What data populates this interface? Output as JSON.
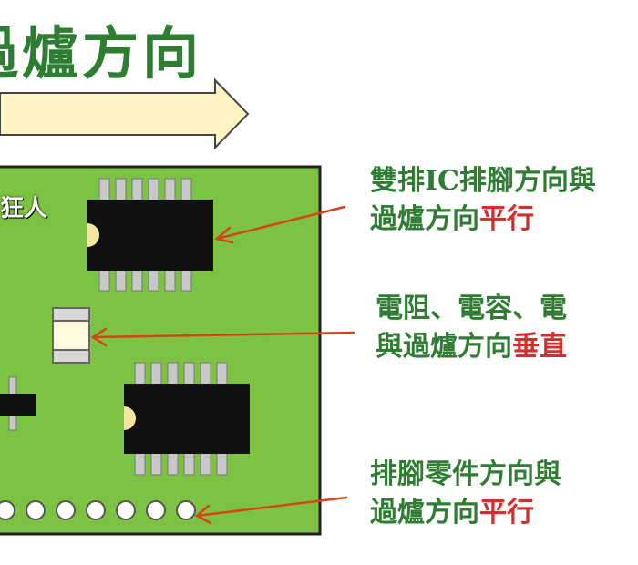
{
  "title": "過爐方向",
  "board": {
    "brand": "狂人"
  },
  "notes": [
    {
      "line1": "雙排IC排腳方向與",
      "line2_text": "過爐方向",
      "line2_highlight": "平行"
    },
    {
      "line1": "電阻、電容、電",
      "line2_text": "與過爐方向",
      "line2_highlight": "垂直"
    },
    {
      "line1": "排腳零件方向與",
      "line2_text": "過爐方向",
      "line2_highlight": "平行"
    }
  ],
  "colors": {
    "board": "#7cc243",
    "board_border": "#222222",
    "title_text": "#2f7d32",
    "note_text": "#2f7d32",
    "highlight": "#d32f2f",
    "pointer_arrow": "#d84315",
    "direction_arrow_fill": "#fff3c4"
  }
}
